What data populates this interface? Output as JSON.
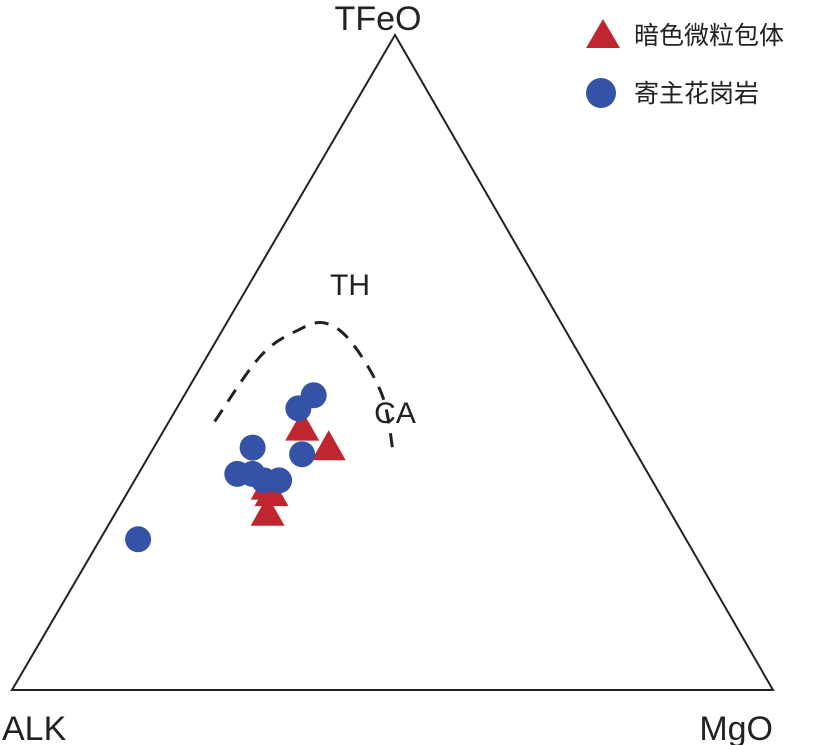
{
  "chart_data": {
    "type": "scatter",
    "diagram": "ternary",
    "vertices": {
      "top": "TFeO",
      "left": "ALK",
      "right": "MgO"
    },
    "field_labels": {
      "upper": "TH",
      "lower": "CA"
    },
    "legend": {
      "placement": "top-right",
      "entries": [
        {
          "key": "enclave",
          "label": "暗色微粒包体",
          "marker": "triangle",
          "color": "#c0262f"
        },
        {
          "key": "host",
          "label": "寄主花岗岩",
          "marker": "circle",
          "color": "#3553a6"
        }
      ]
    },
    "boundary_line": {
      "style": "dashed",
      "points": [
        {
          "TFeO": 41,
          "ALK": 53,
          "MgO": 6
        },
        {
          "TFeO": 51,
          "ALK": 42,
          "MgO": 7
        },
        {
          "TFeO": 55,
          "ALK": 35,
          "MgO": 10
        },
        {
          "TFeO": 56,
          "ALK": 31,
          "MgO": 13
        },
        {
          "TFeO": 53,
          "ALK": 29,
          "MgO": 18
        },
        {
          "TFeO": 45,
          "ALK": 29,
          "MgO": 26
        },
        {
          "TFeO": 36,
          "ALK": 32,
          "MgO": 32
        }
      ]
    },
    "series": [
      {
        "name": "暗色微粒包体",
        "marker": "triangle",
        "color": "#c0262f",
        "points": [
          {
            "TFeO": 40,
            "ALK": 42,
            "MgO": 18
          },
          {
            "TFeO": 37,
            "ALK": 40,
            "MgO": 23
          },
          {
            "TFeO": 31,
            "ALK": 51,
            "MgO": 18
          },
          {
            "TFeO": 30,
            "ALK": 51,
            "MgO": 19
          },
          {
            "TFeO": 27,
            "ALK": 53,
            "MgO": 20
          }
        ]
      },
      {
        "name": "寄主花岗岩",
        "marker": "circle",
        "color": "#3553a6",
        "points": [
          {
            "TFeO": 45,
            "ALK": 38,
            "MgO": 17
          },
          {
            "TFeO": 43,
            "ALK": 41,
            "MgO": 16
          },
          {
            "TFeO": 37,
            "ALK": 50,
            "MgO": 13
          },
          {
            "TFeO": 36,
            "ALK": 44,
            "MgO": 20
          },
          {
            "TFeO": 33,
            "ALK": 54,
            "MgO": 13
          },
          {
            "TFeO": 33,
            "ALK": 52,
            "MgO": 15
          },
          {
            "TFeO": 32,
            "ALK": 51,
            "MgO": 17
          },
          {
            "TFeO": 32,
            "ALK": 49,
            "MgO": 19
          },
          {
            "TFeO": 23,
            "ALK": 72,
            "MgO": 5
          }
        ]
      }
    ]
  }
}
